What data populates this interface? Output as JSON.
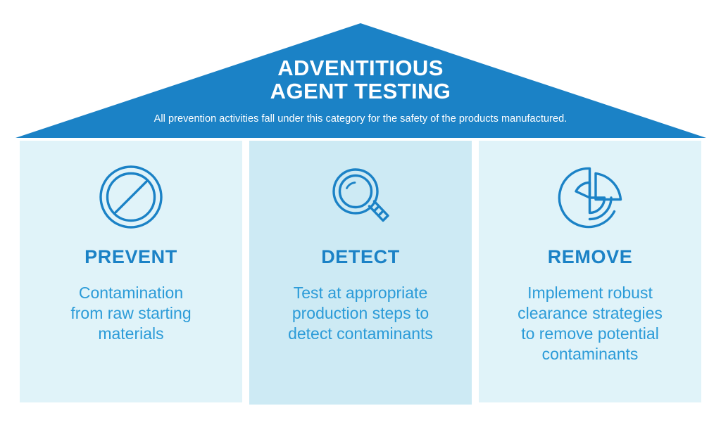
{
  "header": {
    "title": "ADVENTITIOUS\nAGENT TESTING",
    "subtitle": "All prevention activities fall under this category for the safety of the products manufactured.",
    "background_color": "#1b82c6",
    "text_color": "#ffffff"
  },
  "colors": {
    "brand_blue": "#1b82c6",
    "panel_light": "#e0f3f9",
    "panel_mid": "#cdeaf4",
    "body_text": "#2b9bd8",
    "heading_text": "#1b82c6",
    "page_background": "#ffffff"
  },
  "columns": [
    {
      "id": "prevent",
      "icon": "prohibition-sign-icon",
      "heading": "PREVENT",
      "body": "Contamination\nfrom raw starting\nmaterials",
      "background_color": "#e0f3f9"
    },
    {
      "id": "detect",
      "icon": "magnifying-glass-icon",
      "heading": "DETECT",
      "body": "Test at appropriate\nproduction steps to\ndetect contaminants",
      "background_color": "#cdeaf4"
    },
    {
      "id": "remove",
      "icon": "pie-chart-segment-icon",
      "heading": "REMOVE",
      "body": "Implement robust\nclearance strategies\nto remove potential\ncontaminants",
      "background_color": "#e0f3f9"
    }
  ]
}
